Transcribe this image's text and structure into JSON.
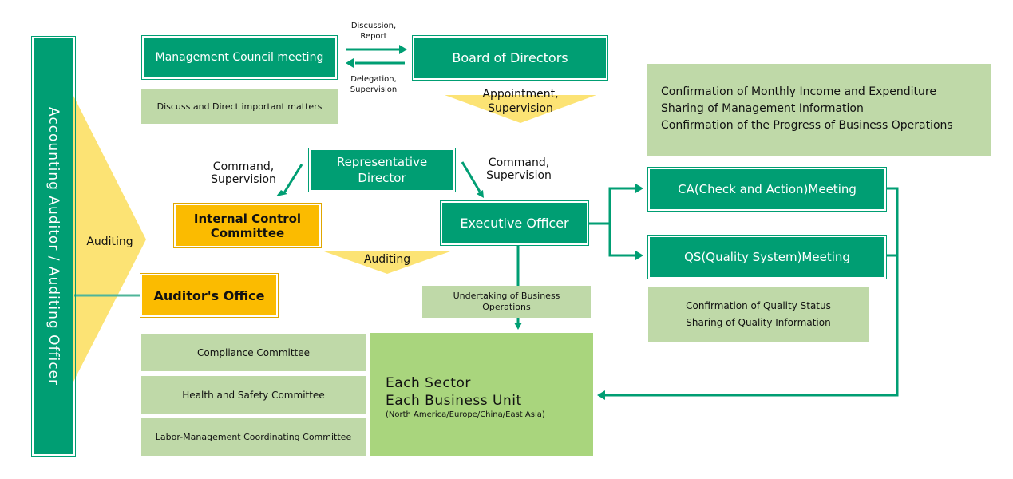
{
  "left_column": {
    "label": "Accounting Auditor / Auditing Officer",
    "auditing": "Auditing"
  },
  "management_council": {
    "title": "Management Council meeting",
    "note": "Discuss and Direct important matters"
  },
  "board": {
    "title": "Board of Directors",
    "appointment_line1": "Appointment,",
    "appointment_line2": "Supervision"
  },
  "arrows": {
    "discussion_line1": "Discussion,",
    "discussion_line2": "Report",
    "delegation_line1": "Delegation,",
    "delegation_line2": "Supervision"
  },
  "info_box": {
    "lines": [
      "Confirmation of Monthly Income and Expenditure",
      "Sharing of Management Information",
      "Confirmation of the Progress of Business Operations"
    ]
  },
  "representative": {
    "line1": "Representative",
    "line2": "Director"
  },
  "command_left": {
    "line1": "Command,",
    "line2": "Supervision"
  },
  "command_right": {
    "line1": "Command,",
    "line2": "Supervision"
  },
  "internal_control": {
    "line1": "Internal Control",
    "line2": "Committee",
    "auditing": "Auditing"
  },
  "executive": {
    "title": "Executive Officer"
  },
  "auditors_office": {
    "title": "Auditor's Office"
  },
  "undertaking": {
    "line1": "Undertaking of Business",
    "line2": "Operations"
  },
  "ca_meeting": {
    "title": "CA(Check and Action)Meeting"
  },
  "qs_meeting": {
    "title": "QS(Quality System)Meeting"
  },
  "quality": {
    "line1": "Confirmation of Quality Status",
    "line2": "Sharing of Quality Information"
  },
  "committees": [
    "Compliance Committee",
    "Health and Safety Committee",
    "Labor-Management Coordinating Committee"
  ],
  "sector": {
    "line1": "Each Sector",
    "line2": "Each Business Unit",
    "line3": "(North America/Europe/China/East Asia)"
  },
  "colors": {
    "green": "#009e73",
    "yellow": "#fbbb00",
    "light_green": "#bfd9a8",
    "sector_green": "#a9d57d",
    "triangle": "#fce374"
  }
}
